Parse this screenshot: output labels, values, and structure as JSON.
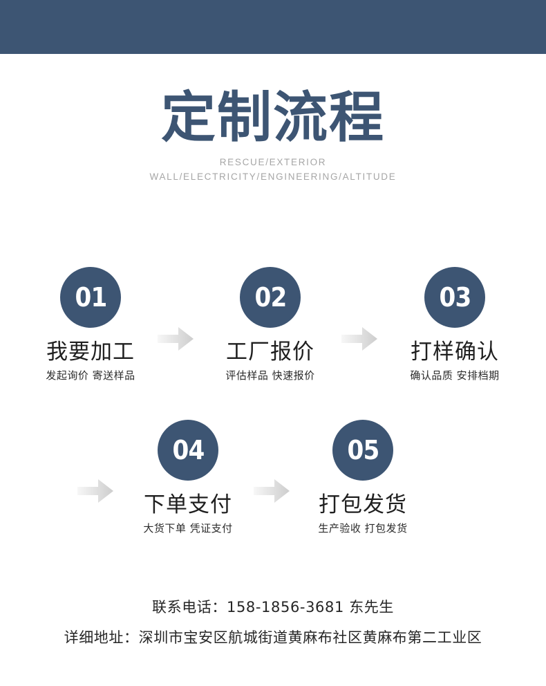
{
  "theme": {
    "brand_blue": "#3d5573",
    "text_dark": "#1f1f1f",
    "subtitle_gray": "#a6a6a6",
    "arrow_gray_light": "#f2f2f2",
    "arrow_gray_dark": "#cfcfcf",
    "background": "#ffffff"
  },
  "header": {
    "title": "定制流程",
    "subtitle": "RESCUE/EXTERIOR WALL/ELECTRICITY/ENGINEERING/ALTITUDE"
  },
  "steps": [
    {
      "number": "01",
      "title": "我要加工",
      "desc": "发起询价 寄送样品"
    },
    {
      "number": "02",
      "title": "工厂报价",
      "desc": "评估样品 快速报价"
    },
    {
      "number": "03",
      "title": "打样确认",
      "desc": "确认品质 安排档期"
    },
    {
      "number": "04",
      "title": "下单支付",
      "desc": "大货下单 凭证支付"
    },
    {
      "number": "05",
      "title": "打包发货",
      "desc": "生产验收 打包发货"
    }
  ],
  "arrows": [
    {
      "name": "arrow-right-icon",
      "between": "01-02"
    },
    {
      "name": "arrow-right-icon",
      "between": "02-03"
    },
    {
      "name": "arrow-right-icon",
      "between": "03-04"
    },
    {
      "name": "arrow-right-icon",
      "between": "04-05"
    }
  ],
  "contact": {
    "phone_line": "联系电话：158-1856-3681 东先生",
    "address_line": "详细地址：深圳市宝安区航城街道黄麻布社区黄麻布第二工业区"
  }
}
